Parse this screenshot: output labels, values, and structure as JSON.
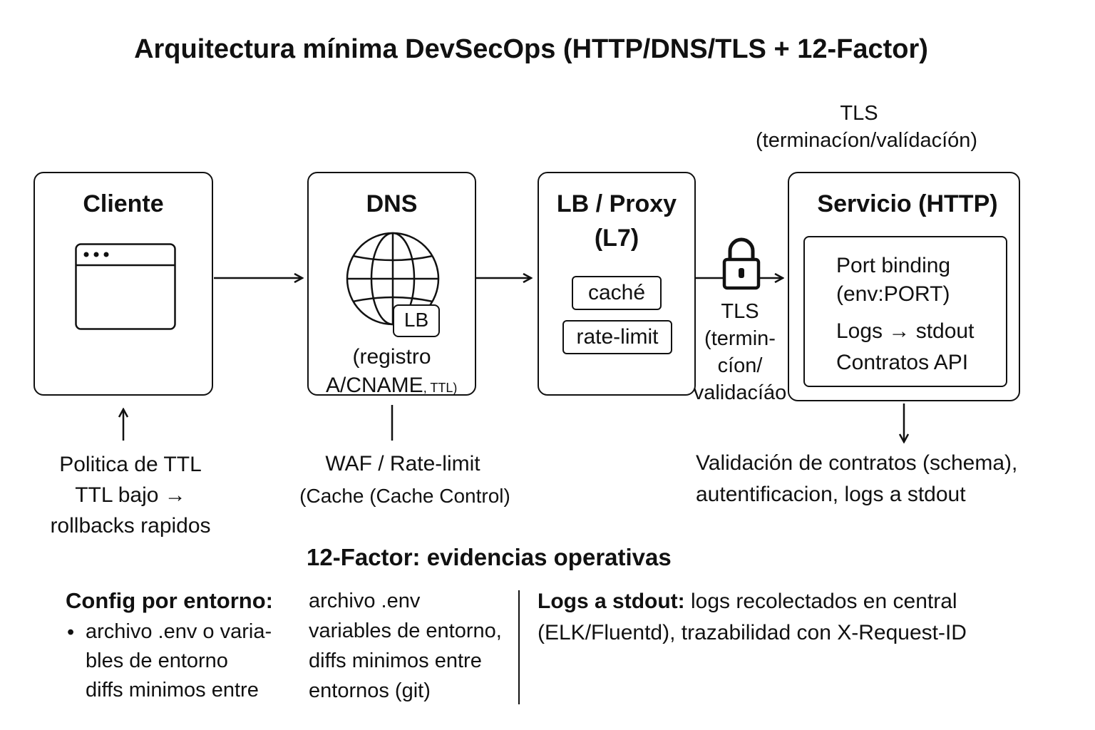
{
  "title": "Arquitectura mínima DevSecOps (HTTP/DNS/TLS + 12-Factor)",
  "tls_top": {
    "line1": "TLS",
    "line2": "(terminacíon/valídacíón)"
  },
  "client": {
    "title": "Cliente",
    "icon": "browser-window-icon",
    "note": [
      "Politica de TTL",
      "TTL bajo →",
      "rollbacks rapidos"
    ]
  },
  "dns": {
    "title": "DNS",
    "icon": "globe-icon",
    "badge": "LB",
    "caption_line1": "(registro",
    "caption_line2": "A/CNAME",
    "caption_small": ", TTL)",
    "note_line1": "WAF / Rate-limit",
    "note_line2": "(Cache (Cache Control)"
  },
  "lb": {
    "title_line1": "LB / Proxy",
    "title_line2": "(L7)",
    "pills": [
      "caché",
      "rate-limit"
    ]
  },
  "tls_mid": {
    "icon": "padlock-icon",
    "lines": [
      "TLS",
      "(termin-",
      "cíon/",
      "validacíáo"
    ]
  },
  "service": {
    "title": "Servicio (HTTP)",
    "items": [
      "Port binding",
      "(env:PORT)",
      "Logs → stdout",
      "Contratos API"
    ],
    "note": [
      "Validación de contratos (schema),",
      "autentificacion, logs a stdout"
    ]
  },
  "factor": {
    "heading": "12-Factor: evidencias operativas",
    "config_heading": "Config por entorno:",
    "config_bullet": [
      "archivo .env o varia-",
      "bles de entorno",
      "diffs minimos entre"
    ],
    "middle_col": [
      "archivo .env",
      "variables de entorno,",
      "diffs minimos entre",
      "entornos (git)"
    ],
    "logs_heading": "Logs a stdout:",
    "logs_text_line1": "logs recolectados en central",
    "logs_text_line2": "(ELK/Fluentd), trazabilidad con X-Request-ID"
  }
}
